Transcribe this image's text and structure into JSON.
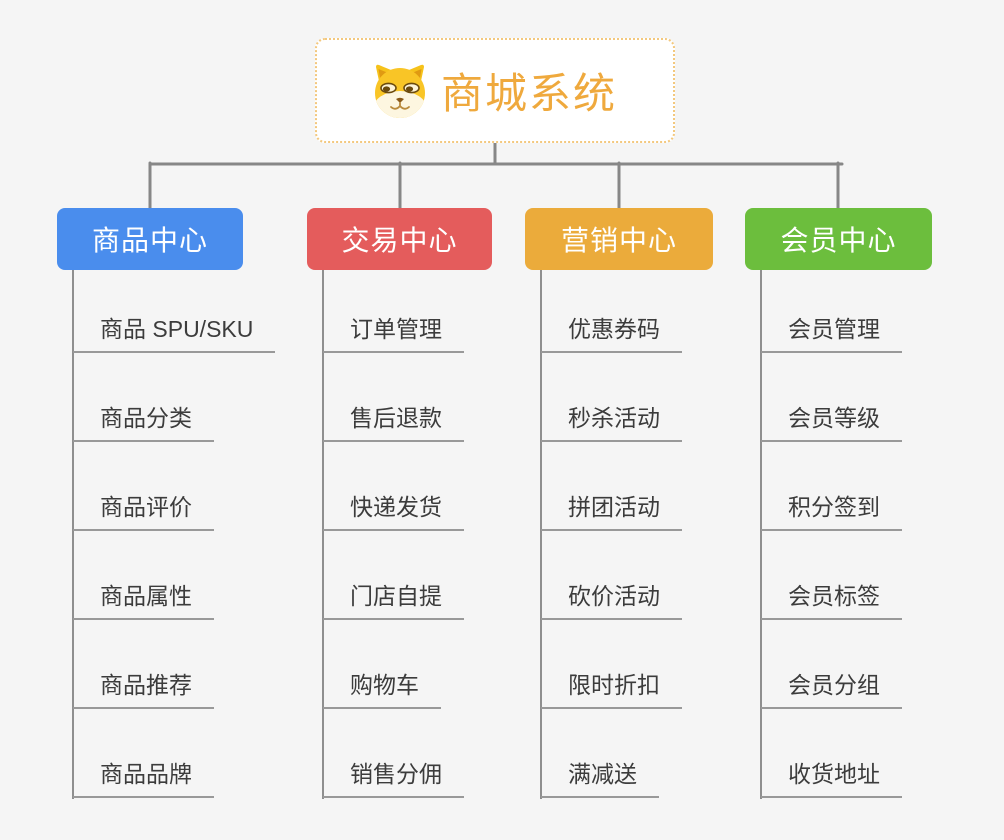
{
  "page": {
    "background": "#f5f5f5",
    "connector_color": "#8c8c8c"
  },
  "root": {
    "label": "商城系统",
    "icon": "dog-icon",
    "text_color": "#efa93d",
    "border_color": "#f3c87e",
    "background": "#ffffff"
  },
  "branches": [
    {
      "label": "商品中心",
      "color": "#4a8ded",
      "children": [
        "商品 SPU/SKU",
        "商品分类",
        "商品评价",
        "商品属性",
        "商品推荐",
        "商品品牌"
      ]
    },
    {
      "label": "交易中心",
      "color": "#e45c5c",
      "children": [
        "订单管理",
        "售后退款",
        "快递发货",
        "门店自提",
        "购物车",
        "销售分佣"
      ]
    },
    {
      "label": "营销中心",
      "color": "#ebab3b",
      "children": [
        "优惠券码",
        "秒杀活动",
        "拼团活动",
        "砍价活动",
        "限时折扣",
        "满减送"
      ]
    },
    {
      "label": "会员中心",
      "color": "#6cbe3d",
      "children": [
        "会员管理",
        "会员等级",
        "积分签到",
        "会员标签",
        "会员分组",
        "收货地址"
      ]
    }
  ]
}
